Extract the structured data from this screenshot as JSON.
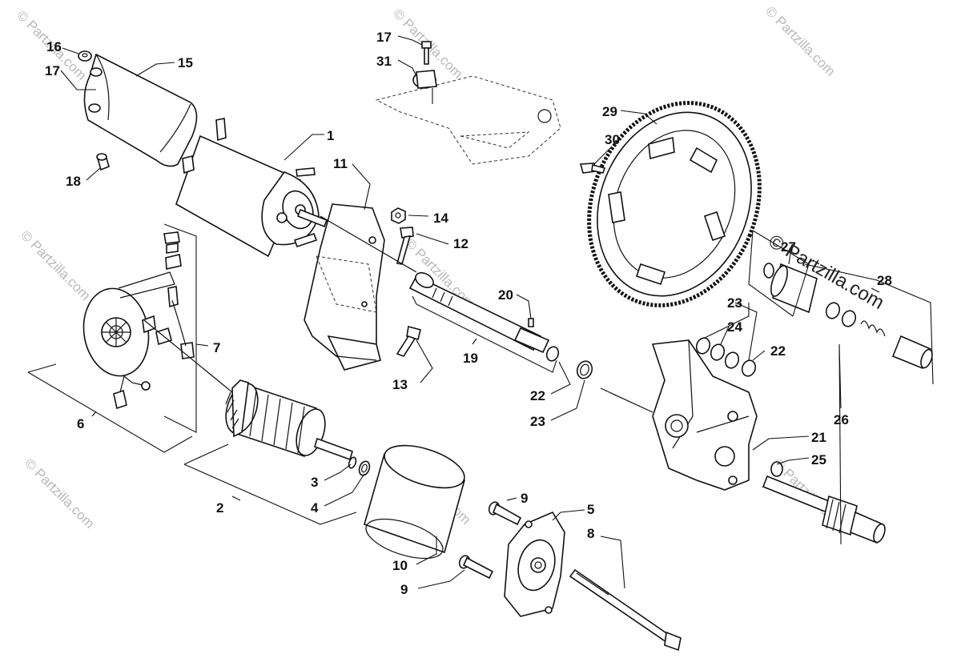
{
  "diagram": {
    "watermark_text": "© Partzilla.com",
    "copyright_banner": "© Partzilla.com",
    "callouts": {
      "c1": "1",
      "c2": "2",
      "c3": "3",
      "c4": "4",
      "c5": "5",
      "c6": "6",
      "c7": "7",
      "c8": "8",
      "c9a": "9",
      "c9b": "9",
      "c10": "10",
      "c11": "11",
      "c12": "12",
      "c13": "13",
      "c14": "14",
      "c15": "15",
      "c16": "16",
      "c17a": "17",
      "c17b": "17",
      "c18": "18",
      "c19": "19",
      "c20": "20",
      "c21": "21",
      "c22a": "22",
      "c22b": "22",
      "c23a": "23",
      "c23b": "23",
      "c24": "24",
      "c25": "25",
      "c26": "26",
      "c27": "27",
      "c28": "28",
      "c29": "29",
      "c30": "30",
      "c31": "31"
    }
  }
}
